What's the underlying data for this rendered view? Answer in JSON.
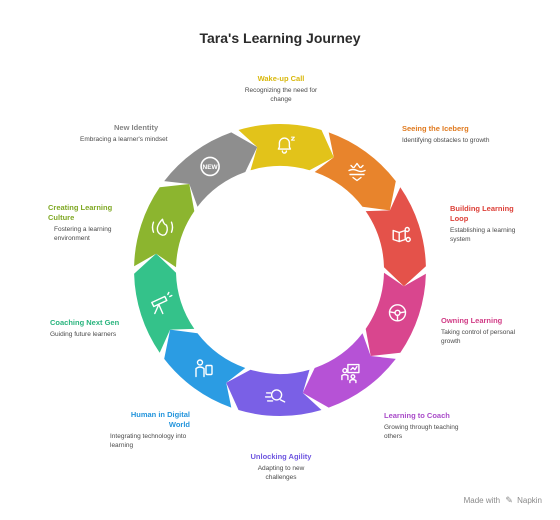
{
  "title": "Tara's Learning Journey",
  "segments": [
    {
      "title": "Wake-up Call",
      "desc": "Recognizing the need for change",
      "color": "#e2c31a",
      "icon": "bell-icon"
    },
    {
      "title": "Seeing the Iceberg",
      "desc": "Identifying obstacles to growth",
      "color": "#e8842c",
      "icon": "iceberg-icon"
    },
    {
      "title": "Building Learning Loop",
      "desc": "Establishing a learning system",
      "color": "#e4524a",
      "icon": "learning-loop-icon"
    },
    {
      "title": "Owning Learning",
      "desc": "Taking control of personal growth",
      "color": "#d9468e",
      "icon": "steering-wheel-icon"
    },
    {
      "title": "Learning to Coach",
      "desc": "Growing through teaching others",
      "color": "#b652d6",
      "icon": "presentation-icon"
    },
    {
      "title": "Unlocking Agility",
      "desc": "Adapting to new challenges",
      "color": "#7a60e6",
      "icon": "agility-icon"
    },
    {
      "title": "Human in Digital World",
      "desc": "Integrating technology into learning",
      "color": "#2b9ce3",
      "icon": "human-digital-icon"
    },
    {
      "title": "Coaching Next Gen",
      "desc": "Guiding future learners",
      "color": "#34c28a",
      "icon": "telescope-icon"
    },
    {
      "title": "Creating Learning Culture",
      "desc": "Fostering a learning environment",
      "color": "#8cb52f",
      "icon": "fire-icon"
    },
    {
      "title": "New Identity",
      "desc": "Embracing a learner's mindset",
      "color": "#8e8e8e",
      "icon": "new-badge-icon",
      "badge": "NEW"
    }
  ],
  "footer": {
    "prefix": "Made with",
    "brand": "Napkin"
  }
}
